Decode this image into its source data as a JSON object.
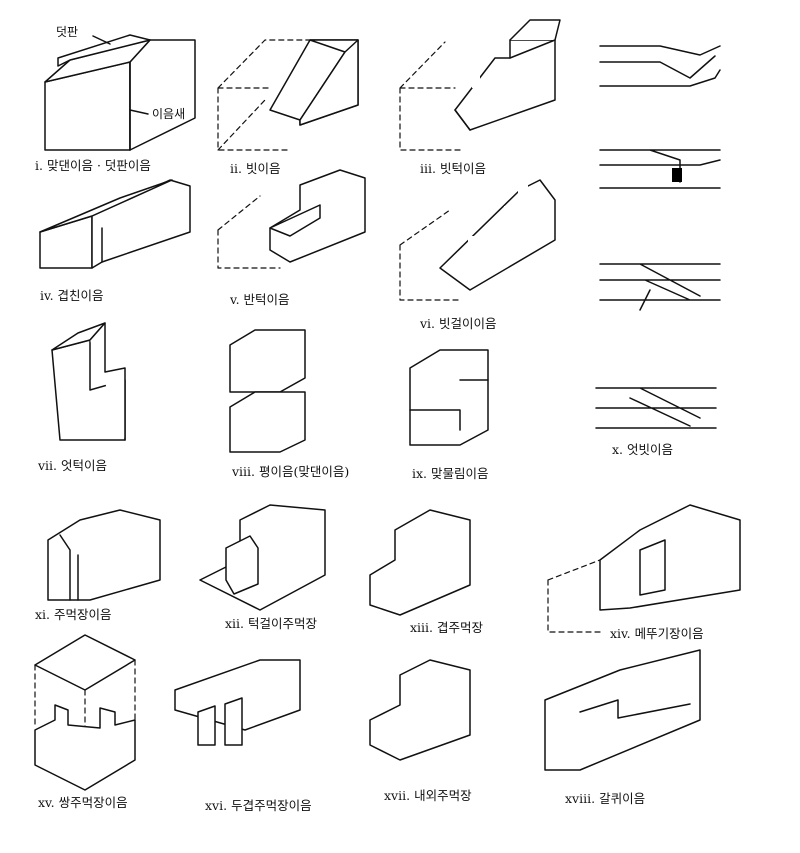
{
  "callouts": {
    "cover_plate": "덧판",
    "joint_line": "이음새"
  },
  "captions": [
    {
      "id": "i",
      "numeral": "i.",
      "text": "맞댄이음 · 덧판이음"
    },
    {
      "id": "ii",
      "numeral": "ii.",
      "text": "빗이음"
    },
    {
      "id": "iii",
      "numeral": "iii.",
      "text": "빗턱이음"
    },
    {
      "id": "iv",
      "numeral": "iv.",
      "text": "겹친이음"
    },
    {
      "id": "v",
      "numeral": "v.",
      "text": "반턱이음"
    },
    {
      "id": "vi",
      "numeral": "vi.",
      "text": "빗걸이이음"
    },
    {
      "id": "vii",
      "numeral": "vii.",
      "text": "엇턱이음"
    },
    {
      "id": "viii",
      "numeral": "viii.",
      "text": "평이음(맞댄이음)"
    },
    {
      "id": "ix",
      "numeral": "ix.",
      "text": "맞물림이음"
    },
    {
      "id": "x",
      "numeral": "x.",
      "text": "엇빗이음"
    },
    {
      "id": "xi",
      "numeral": "xi.",
      "text": "주먹장이음"
    },
    {
      "id": "xii",
      "numeral": "xii.",
      "text": "턱걸이주먹장"
    },
    {
      "id": "xiii",
      "numeral": "xiii.",
      "text": "겹주먹장"
    },
    {
      "id": "xiv",
      "numeral": "xiv.",
      "text": "메뚜기장이음"
    },
    {
      "id": "xv",
      "numeral": "xv.",
      "text": "쌍주먹장이음"
    },
    {
      "id": "xvi",
      "numeral": "xvi.",
      "text": "두겹주먹장이음"
    },
    {
      "id": "xvii",
      "numeral": "xvii.",
      "text": "내외주먹장"
    },
    {
      "id": "xviii",
      "numeral": "xviii.",
      "text": "갈퀴이음"
    }
  ]
}
